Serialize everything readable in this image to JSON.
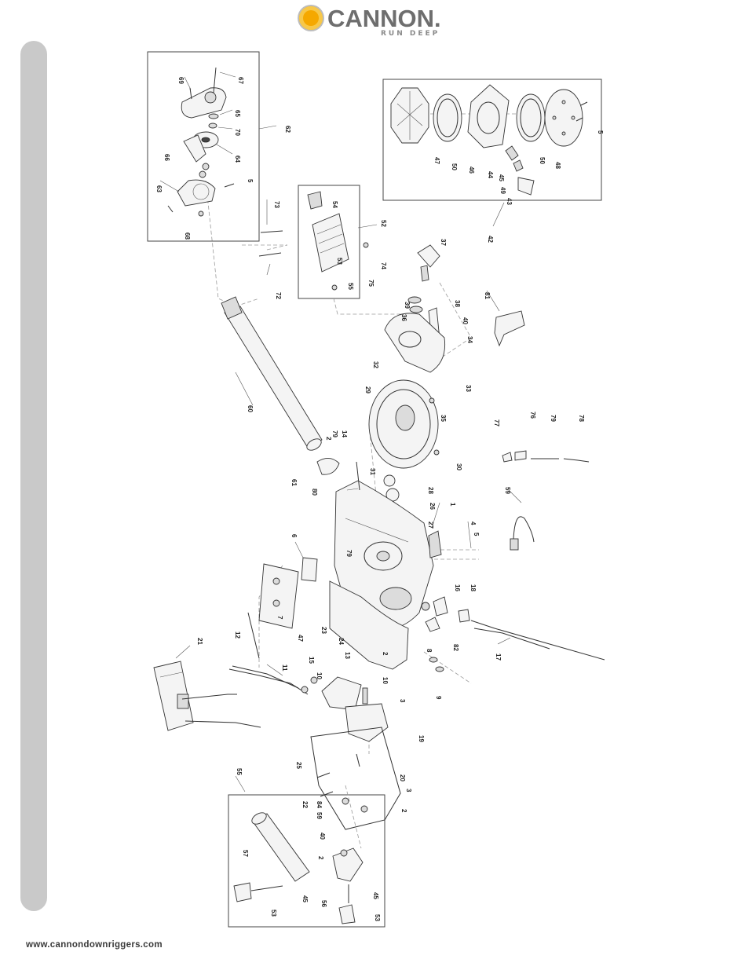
{
  "header": {
    "brand_name": "CANNON.",
    "brand_tagline": "RUN DEEP"
  },
  "footer": {
    "website": "www.cannondownriggers.com"
  },
  "colors": {
    "brand_orange": "#f5a800",
    "brand_gray": "#6e6e6e",
    "sidebar_gray": "#c9c9c9"
  },
  "diagram": {
    "part_labels": [
      "69",
      "67",
      "65",
      "70",
      "64",
      "62",
      "66",
      "63",
      "5",
      "68",
      "73",
      "72",
      "54",
      "52",
      "53",
      "55",
      "75",
      "74",
      "47",
      "50",
      "46",
      "44",
      "45",
      "49",
      "43",
      "50",
      "48",
      "5",
      "42",
      "37",
      "38",
      "39",
      "36",
      "40",
      "34",
      "33",
      "81",
      "32",
      "29",
      "35",
      "30",
      "2",
      "79",
      "14",
      "31",
      "61",
      "80",
      "60",
      "28",
      "26",
      "27",
      "1",
      "4",
      "5",
      "59",
      "77",
      "76",
      "79",
      "78",
      "6",
      "79",
      "7",
      "12",
      "47",
      "23",
      "24",
      "16",
      "18",
      "15",
      "13",
      "8",
      "82",
      "17",
      "21",
      "11",
      "10",
      "10",
      "2",
      "3",
      "9",
      "19",
      "25",
      "20",
      "3",
      "22",
      "84",
      "59",
      "2",
      "40",
      "55",
      "57",
      "2",
      "45",
      "56",
      "45",
      "53",
      "53"
    ]
  }
}
